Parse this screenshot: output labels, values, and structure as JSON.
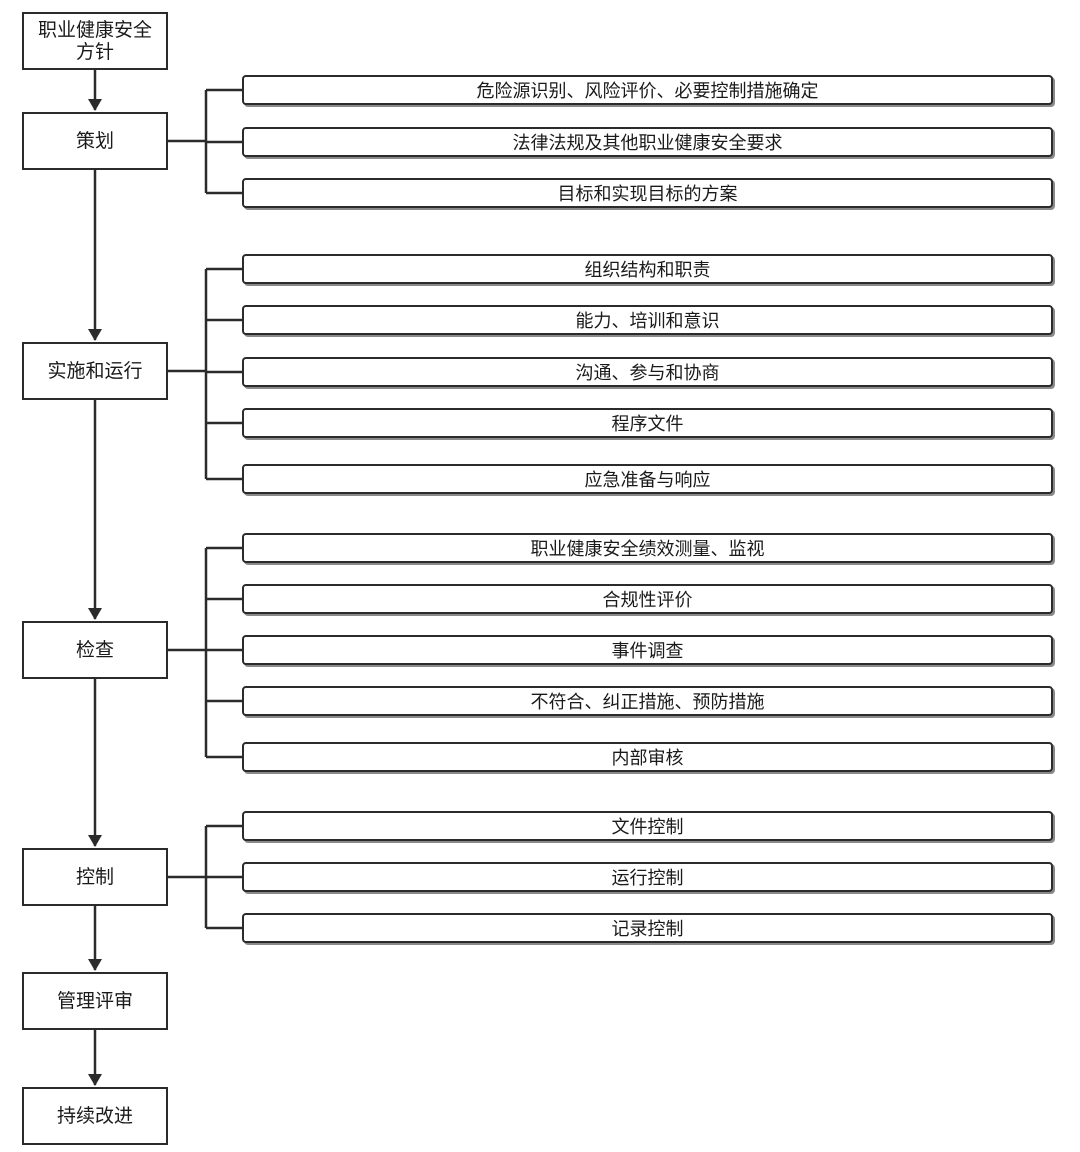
{
  "main_steps": [
    {
      "id": "policy",
      "label": "职业健康安全\n方针"
    },
    {
      "id": "planning",
      "label": "策划"
    },
    {
      "id": "implementation",
      "label": "实施和运行"
    },
    {
      "id": "checking",
      "label": "检查"
    },
    {
      "id": "control",
      "label": "控制"
    },
    {
      "id": "management_review",
      "label": "管理评审"
    },
    {
      "id": "continual_improvement",
      "label": "持续改进"
    }
  ],
  "sub_items": {
    "planning": [
      "危险源识别、风险评价、必要控制措施确定",
      "法律法规及其他职业健康安全要求",
      "目标和实现目标的方案"
    ],
    "implementation": [
      "组织结构和职责",
      "能力、培训和意识",
      "沟通、参与和协商",
      "程序文件",
      "应急准备与响应"
    ],
    "checking": [
      "职业健康安全绩效测量、监视",
      "合规性评价",
      "事件调查",
      "不符合、纠正措施、预防措施",
      "内部审核"
    ],
    "control": [
      "文件控制",
      "运行控制",
      "记录控制"
    ]
  }
}
